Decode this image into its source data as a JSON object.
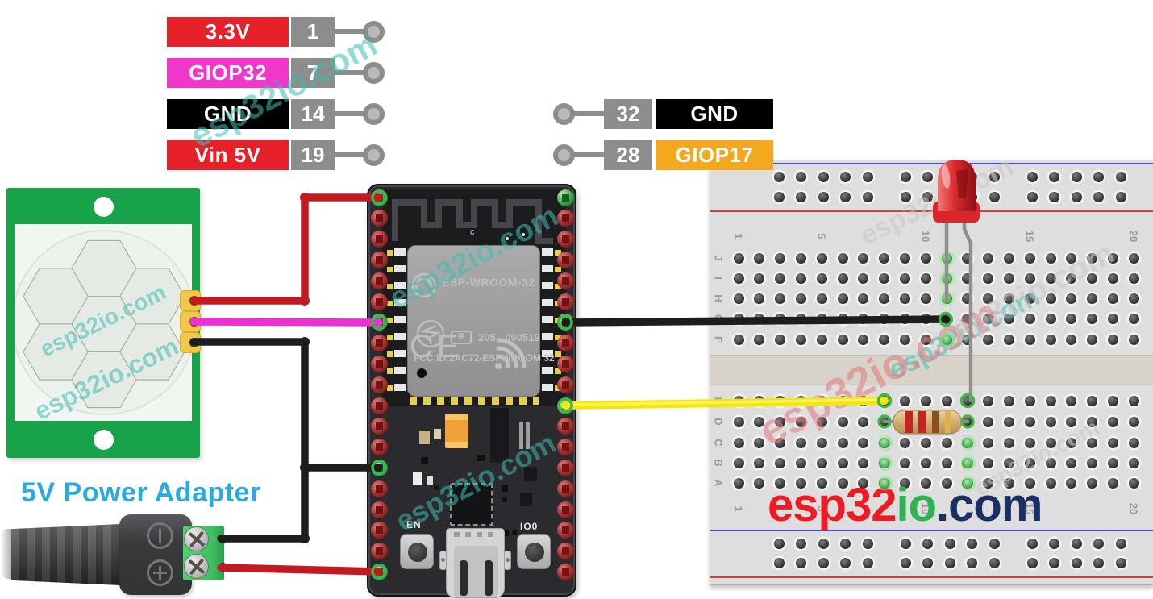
{
  "watermark": {
    "text": "esp32io.com",
    "teal": "#3dbeb3",
    "pink": "#e27a7a",
    "gray": "#cdc6c6"
  },
  "left_pin_table": {
    "rows": [
      {
        "label": "3.3V",
        "pin": "1",
        "color": "#e62129"
      },
      {
        "label": "GIOP32",
        "pin": "7",
        "color": "#f136cc"
      },
      {
        "label": "GND",
        "pin": "14",
        "color": "#000000"
      },
      {
        "label": "Vin 5V",
        "pin": "19",
        "color": "#e62129"
      }
    ]
  },
  "right_pin_table": {
    "rows": [
      {
        "pin": "32",
        "label": "GND",
        "color": "#000000"
      },
      {
        "pin": "28",
        "label": "GIOP17",
        "color": "#f3a81d"
      }
    ]
  },
  "esp32": {
    "module_label": "ESP-WROOM-32",
    "ce_mark": "CE",
    "cert_box": "R",
    "cert_number": "205 - 000519",
    "fcc_line": "FCC ID:2AC72-ESPWROOM 32",
    "antenna_label": "c",
    "en_button": "EN",
    "io0_button": "IO0"
  },
  "power_adapter": {
    "caption": "5V Power Adapter",
    "caption_color": "#29abe2"
  },
  "breadboard": {
    "row_letters_top": [
      "J",
      "I",
      "H",
      "G",
      "F"
    ],
    "row_letters_bottom": [
      "E",
      "D",
      "C",
      "B",
      "A"
    ],
    "column_numbers": [
      "1",
      "5",
      "10",
      "15",
      "20"
    ]
  },
  "logo": {
    "parts": [
      {
        "text": "esp32",
        "color": "#ed1c24"
      },
      {
        "text": "io",
        "color": "#2eb353"
      },
      {
        "text": ".com",
        "color": "#1a2f63"
      }
    ]
  },
  "wires": {
    "pir_vcc": {
      "color": "#c11a20"
    },
    "pir_out": {
      "color": "#ee2fd2"
    },
    "pir_gnd": {
      "color": "#1d1d1f"
    },
    "gnd_to_breadboard": {
      "color": "#1d1d1f"
    },
    "gpio17_signal": {
      "color": "#f2e60a"
    },
    "adapter_negative": {
      "color": "#1d1d1f"
    },
    "adapter_positive": {
      "color": "#c11a20"
    }
  },
  "led": {
    "color": "#d8262b"
  },
  "resistor": {
    "bands": [
      "#c0261f",
      "#c0261f",
      "#8a4f1e",
      "#d9b44a"
    ]
  },
  "pir": {
    "board_color": "#18a24a"
  }
}
